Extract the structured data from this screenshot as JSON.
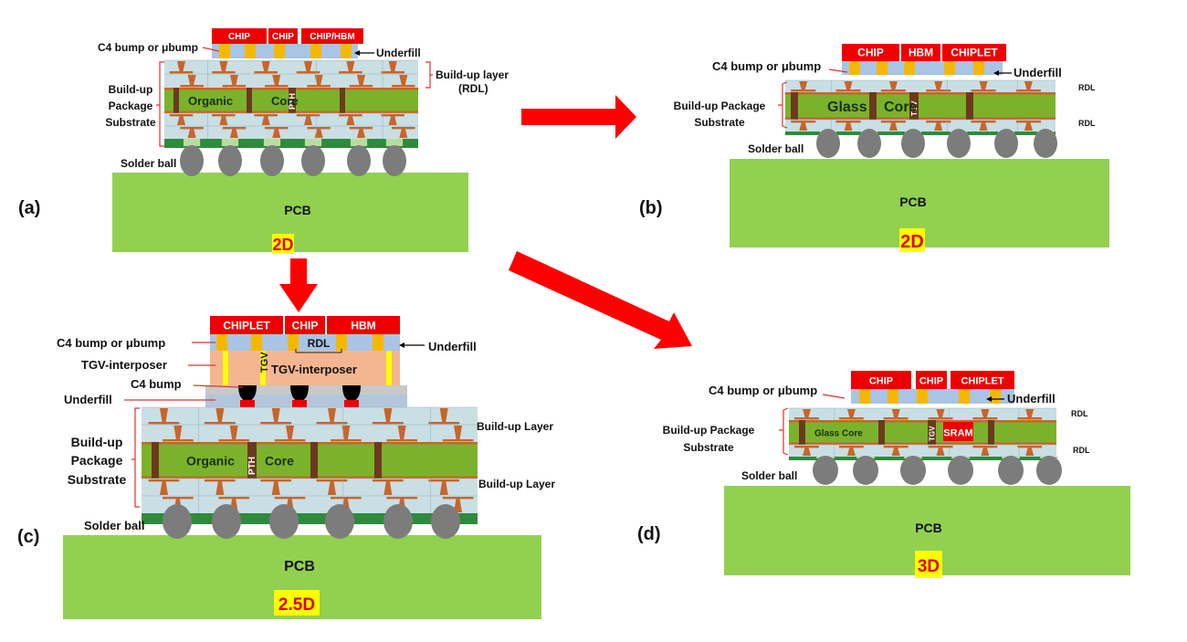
{
  "figure": {
    "description": "Evolution of IC packaging: organic-core 2D, glass-core 2D, 2.5D TGV interposer, 3D glass core with embedded SRAM",
    "colors": {
      "chip": "#ee0000",
      "underfill": "#a9c4e4",
      "bump": "#f5b800",
      "dielectric": "#c9dfe4",
      "copper": "#c8652a",
      "core": "#7ab32b",
      "via": "#6b3a1e",
      "solder_mask": "#2e8b3c",
      "pad": "#b8dca0",
      "solder_ball": "#7c7c7c",
      "pcb": "#92d050",
      "interposer": "#f4b690",
      "tgv": "#ffff00",
      "c4_bump": "#000000",
      "arrow": "#ff0000",
      "badge_bg": "#ffff00",
      "badge_text": "#e00000",
      "bracket": "#e03030"
    }
  },
  "panels": [
    {
      "id": "a",
      "letter": "(a)",
      "chips": [
        "CHIP",
        "CHIP",
        "CHIP/HBM"
      ],
      "core_text": [
        "Organic",
        "Core"
      ],
      "via_label": "PTH",
      "labels": {
        "bump": "C4 bump or μbump",
        "underfill": "Underfill",
        "substrate": [
          "Build-up",
          "Package",
          "Substrate"
        ],
        "buildup": [
          "Build-up layer",
          "(RDL)"
        ],
        "solder": "Solder ball",
        "pcb": "PCB"
      },
      "dimension": "2D"
    },
    {
      "id": "b",
      "letter": "(b)",
      "chips": [
        "CHIP",
        "HBM",
        "CHIPLET"
      ],
      "core_text": [
        "Glass",
        "Core"
      ],
      "via_label": "TGV",
      "labels": {
        "bump": "C4 bump or μbump",
        "underfill": "Underfill",
        "substrate": [
          "Build-up Package",
          "Substrate"
        ],
        "rdl_top": "RDL",
        "rdl_bottom": "RDL",
        "solder": "Solder ball",
        "pcb": "PCB"
      },
      "dimension": "2D"
    },
    {
      "id": "c",
      "letter": "(c)",
      "chips": [
        "CHIPLET",
        "CHIP",
        "HBM"
      ],
      "core_text": [
        "Organic",
        "Core"
      ],
      "via_label": "PTH",
      "interposer": {
        "rdl": "RDL",
        "tgv": "TGV",
        "body": "TGV-interposer"
      },
      "labels": {
        "bump": "C4 bump or μbump",
        "interposer": "TGV-interposer",
        "c4": "C4 bump",
        "underfill_low": "Underfill",
        "underfill": "Underfill",
        "substrate": [
          "Build-up",
          "Package",
          "Substrate"
        ],
        "buildup_top": "Build-up Layer",
        "buildup_bottom": "Build-up Layer",
        "solder": "Solder ball",
        "pcb": "PCB"
      },
      "dimension": "2.5D"
    },
    {
      "id": "d",
      "letter": "(d)",
      "chips": [
        "CHIP",
        "CHIP",
        "CHIPLET"
      ],
      "core_text": [
        "Glass Core"
      ],
      "via_label": "TGV",
      "embedded": "SRAM",
      "labels": {
        "bump": "C4 bump or μbump",
        "underfill": "Underfill",
        "substrate": [
          "Build-up Package",
          "Substrate"
        ],
        "rdl_top": "RDL",
        "rdl_bottom": "RDL",
        "solder": "Solder ball",
        "pcb": "PCB"
      },
      "dimension": "3D"
    }
  ],
  "arrows": [
    {
      "from": "a",
      "to": "b",
      "direction": "right"
    },
    {
      "from": "a",
      "to": "c",
      "direction": "down"
    },
    {
      "from": "a",
      "to": "d",
      "direction": "down-right"
    }
  ]
}
